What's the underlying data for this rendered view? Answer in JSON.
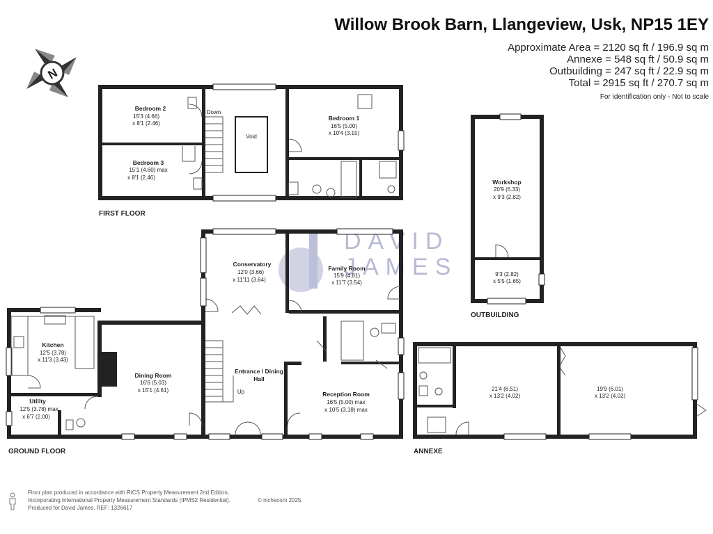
{
  "title": "Willow Brook Barn, Llangeview, Usk, NP15 1EY",
  "areas": {
    "approximate": "Approximate Area = 2120 sq ft / 196.9 sq m",
    "annexe": "Annexe = 548 sq ft / 50.9 sq m",
    "outbuilding": "Outbuilding = 247 sq ft / 22.9 sq m",
    "total": "Total = 2915 sq ft / 270.7 sq m",
    "note": "For identification only - Not to scale"
  },
  "compass": {
    "letter": "N"
  },
  "watermark": {
    "line1": "DAVID",
    "line2": "JAMES",
    "logo_letter": "dj"
  },
  "floors": {
    "first": "FIRST FLOOR",
    "ground": "GROUND FLOOR",
    "annexe": "ANNEXE",
    "outbuilding": "OUTBUILDING"
  },
  "rooms": {
    "bedroom2": {
      "name": "Bedroom 2",
      "dim1": "15'3 (4.66)",
      "dim2": "x 8'1 (2.46)"
    },
    "bedroom3": {
      "name": "Bedroom 3",
      "dim1": "15'1 (4.60) max",
      "dim2": "x 8'1 (2.46)"
    },
    "bedroom1": {
      "name": "Bedroom 1",
      "dim1": "16'5 (5.00)",
      "dim2": "x 10'4 (3.15)"
    },
    "void": {
      "name": "Void"
    },
    "down": {
      "name": "Down"
    },
    "workshop": {
      "name": "Workshop",
      "dim1": "20'9 (6.33)",
      "dim2": "x 9'3 (2.82)"
    },
    "workshop_store": {
      "dim1": "9'3 (2.82)",
      "dim2": "x 5'5 (1.65)"
    },
    "conservatory": {
      "name": "Conservatory",
      "dim1": "12'0 (3.66)",
      "dim2": "x 11'11 (3.64)"
    },
    "family": {
      "name": "Family Room",
      "dim1": "15'9 (4.81)",
      "dim2": "x 11'7 (3.54)"
    },
    "kitchen": {
      "name": "Kitchen",
      "dim1": "12'5 (3.78)",
      "dim2": "x 11'3 (3.43)"
    },
    "dining": {
      "name": "Dining Room",
      "dim1": "16'6 (5.03)",
      "dim2": "x 15'1 (4.61)"
    },
    "hall": {
      "name": "Entrance / Dining",
      "name2": "Hall"
    },
    "up": {
      "name": "Up"
    },
    "reception": {
      "name": "Reception Room",
      "dim1": "16'5 (5.00) max",
      "dim2": "x 10'5 (3.18) max"
    },
    "utility": {
      "name": "Utility",
      "dim1": "12'5 (3.78) max",
      "dim2": "x 6'7 (2.00)"
    },
    "annexe_a": {
      "dim1": "21'4 (6.51)",
      "dim2": "x 13'2 (4.02)"
    },
    "annexe_b": {
      "dim1": "19'9 (6.01)",
      "dim2": "x 13'2 (4.02)"
    }
  },
  "footer": {
    "line1": "Floor plan produced in accordance with RICS Property Measurement 2nd Edition,",
    "line2": "Incorporating International Property Measurement Standards (IPMS2 Residential).",
    "line3": "Produced for David James.   REF: 1326617",
    "copyright": "© nichecom 2025."
  }
}
